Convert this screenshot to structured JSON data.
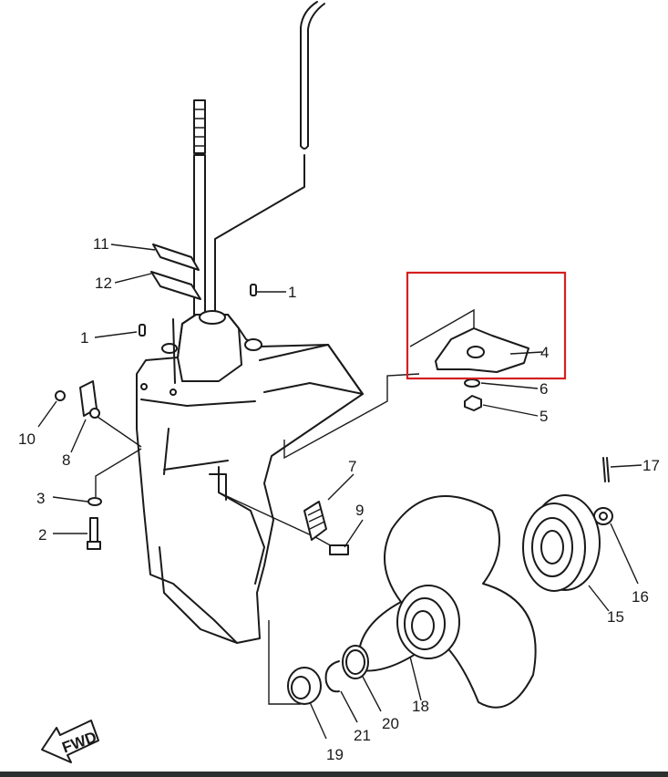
{
  "diagram": {
    "part_labels": [
      {
        "id": "lbl-11",
        "text": "11"
      },
      {
        "id": "lbl-12",
        "text": "12"
      },
      {
        "id": "lbl-1a",
        "text": "1"
      },
      {
        "id": "lbl-1b",
        "text": "1"
      },
      {
        "id": "lbl-10",
        "text": "10"
      },
      {
        "id": "lbl-8",
        "text": "8"
      },
      {
        "id": "lbl-3",
        "text": "3"
      },
      {
        "id": "lbl-2",
        "text": "2"
      },
      {
        "id": "lbl-4",
        "text": "4"
      },
      {
        "id": "lbl-6",
        "text": "6"
      },
      {
        "id": "lbl-5",
        "text": "5"
      },
      {
        "id": "lbl-7",
        "text": "7"
      },
      {
        "id": "lbl-9",
        "text": "9"
      },
      {
        "id": "lbl-17",
        "text": "17"
      },
      {
        "id": "lbl-16",
        "text": "16"
      },
      {
        "id": "lbl-15",
        "text": "15"
      },
      {
        "id": "lbl-18",
        "text": "18"
      },
      {
        "id": "lbl-20",
        "text": "20"
      },
      {
        "id": "lbl-21",
        "text": "21"
      },
      {
        "id": "lbl-19",
        "text": "19"
      }
    ],
    "fwd_arrow_text": "FWD",
    "highlight_color": "#d42020",
    "ink_color": "#1a1a1a"
  }
}
